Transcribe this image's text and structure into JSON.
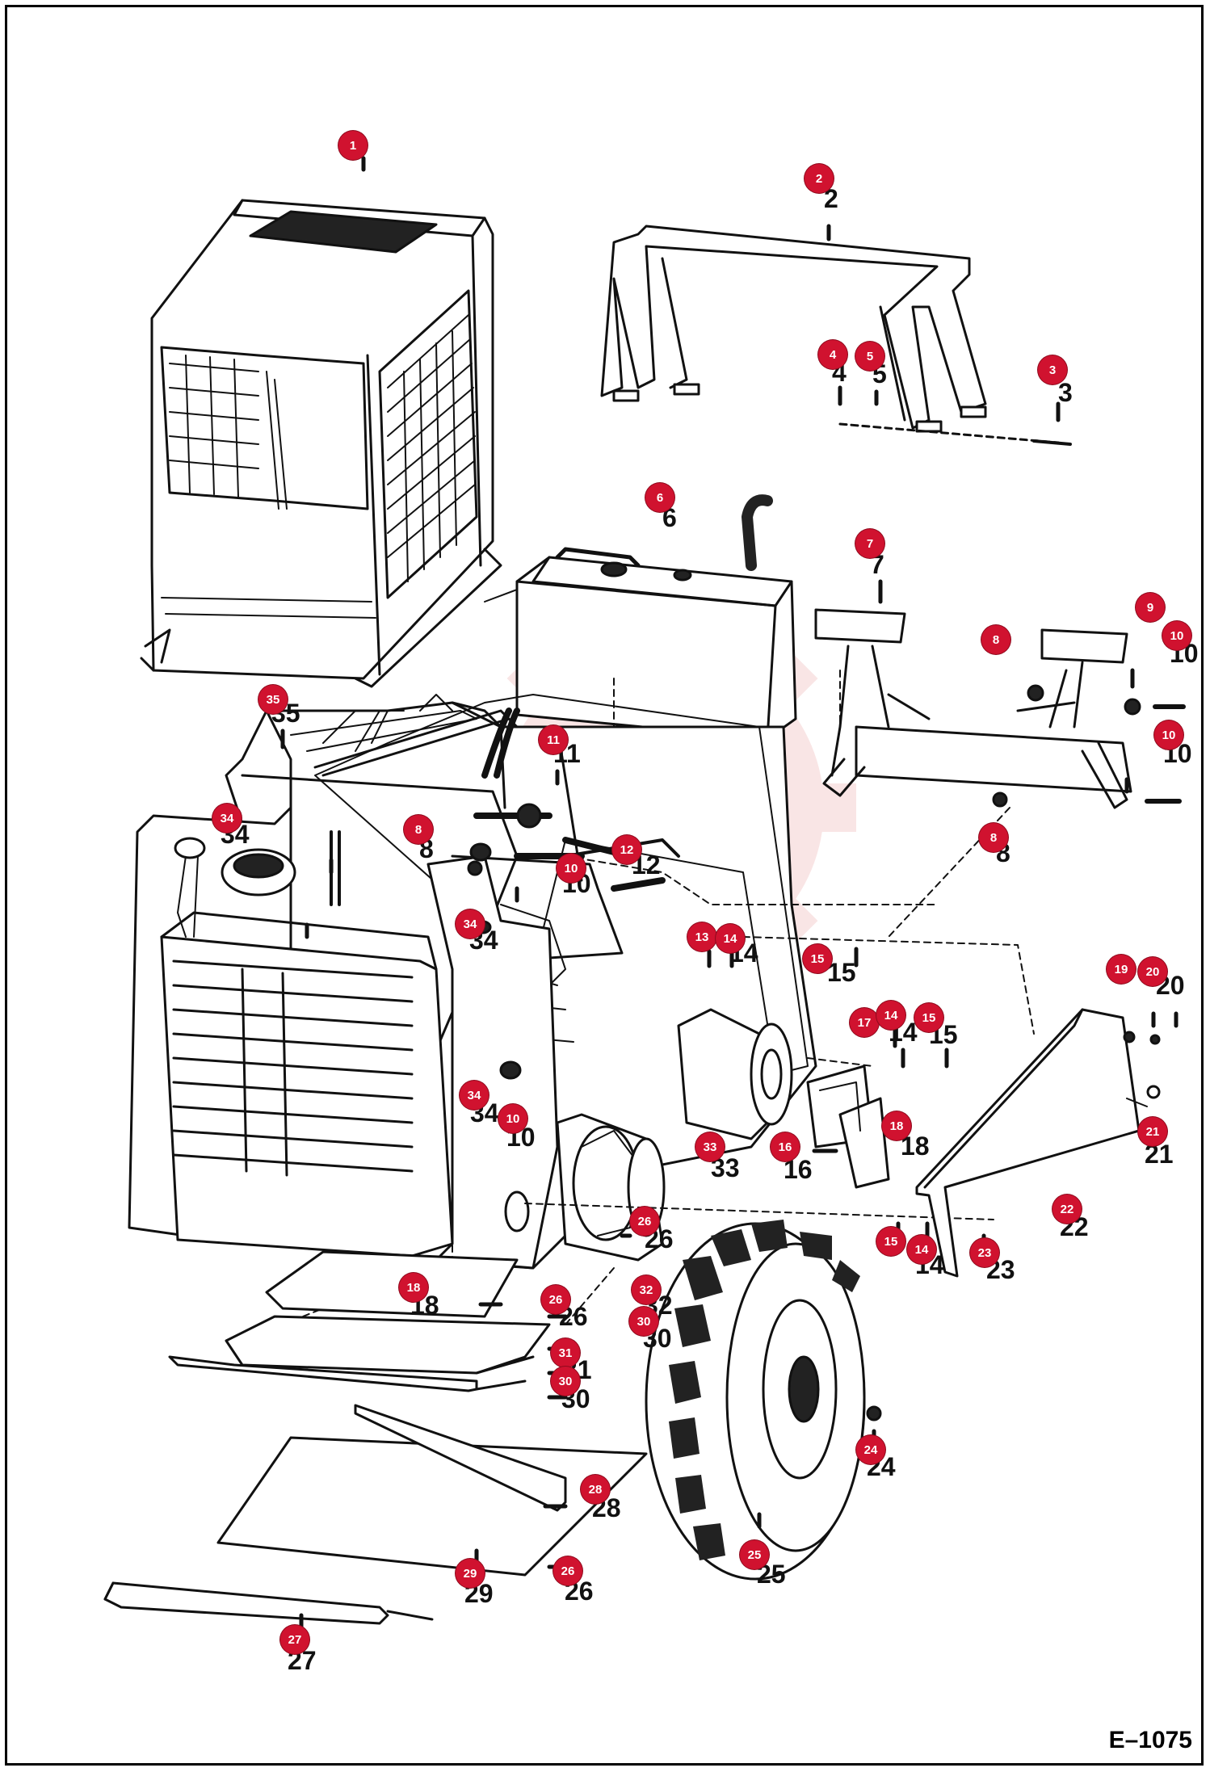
{
  "figure_code": "E–1075",
  "colors": {
    "callout": "#d0122f",
    "line": "#111111",
    "watermark": "#f3c6c6"
  },
  "callouts": [
    {
      "n": "1"
    },
    {
      "n": "2"
    },
    {
      "n": "3"
    },
    {
      "n": "4"
    },
    {
      "n": "5"
    },
    {
      "n": "6"
    },
    {
      "n": "7"
    },
    {
      "n": "8"
    },
    {
      "n": "9"
    },
    {
      "n": "10"
    },
    {
      "n": "10"
    },
    {
      "n": "8"
    },
    {
      "n": "35"
    },
    {
      "n": "11"
    },
    {
      "n": "34"
    },
    {
      "n": "8"
    },
    {
      "n": "10"
    },
    {
      "n": "12"
    },
    {
      "n": "34"
    },
    {
      "n": "13"
    },
    {
      "n": "14"
    },
    {
      "n": "15"
    },
    {
      "n": "19"
    },
    {
      "n": "20"
    },
    {
      "n": "17"
    },
    {
      "n": "14"
    },
    {
      "n": "15"
    },
    {
      "n": "18"
    },
    {
      "n": "34"
    },
    {
      "n": "10"
    },
    {
      "n": "16"
    },
    {
      "n": "33"
    },
    {
      "n": "21"
    },
    {
      "n": "22"
    },
    {
      "n": "26"
    },
    {
      "n": "15"
    },
    {
      "n": "14"
    },
    {
      "n": "23"
    },
    {
      "n": "18"
    },
    {
      "n": "26"
    },
    {
      "n": "32"
    },
    {
      "n": "30"
    },
    {
      "n": "31"
    },
    {
      "n": "30"
    },
    {
      "n": "24"
    },
    {
      "n": "28"
    },
    {
      "n": "25"
    },
    {
      "n": "29"
    },
    {
      "n": "26"
    },
    {
      "n": "27"
    }
  ],
  "figure_numbers": [
    {
      "n": "2"
    },
    {
      "n": "3"
    },
    {
      "n": "4"
    },
    {
      "n": "5"
    },
    {
      "n": "6"
    },
    {
      "n": "7"
    },
    {
      "n": "10"
    },
    {
      "n": "10"
    },
    {
      "n": "8"
    },
    {
      "n": "35"
    },
    {
      "n": "11"
    },
    {
      "n": "34"
    },
    {
      "n": "8"
    },
    {
      "n": "10"
    },
    {
      "n": "12"
    },
    {
      "n": "34"
    },
    {
      "n": "14"
    },
    {
      "n": "15"
    },
    {
      "n": "20"
    },
    {
      "n": "14"
    },
    {
      "n": "15"
    },
    {
      "n": "18"
    },
    {
      "n": "34"
    },
    {
      "n": "10"
    },
    {
      "n": "16"
    },
    {
      "n": "33"
    },
    {
      "n": "21"
    },
    {
      "n": "22"
    },
    {
      "n": "26"
    },
    {
      "n": "14"
    },
    {
      "n": "23"
    },
    {
      "n": "18"
    },
    {
      "n": "26"
    },
    {
      "n": "32"
    },
    {
      "n": "30"
    },
    {
      "n": "31"
    },
    {
      "n": "30"
    },
    {
      "n": "24"
    },
    {
      "n": "28"
    },
    {
      "n": "25"
    },
    {
      "n": "29"
    },
    {
      "n": "26"
    },
    {
      "n": "27"
    }
  ]
}
